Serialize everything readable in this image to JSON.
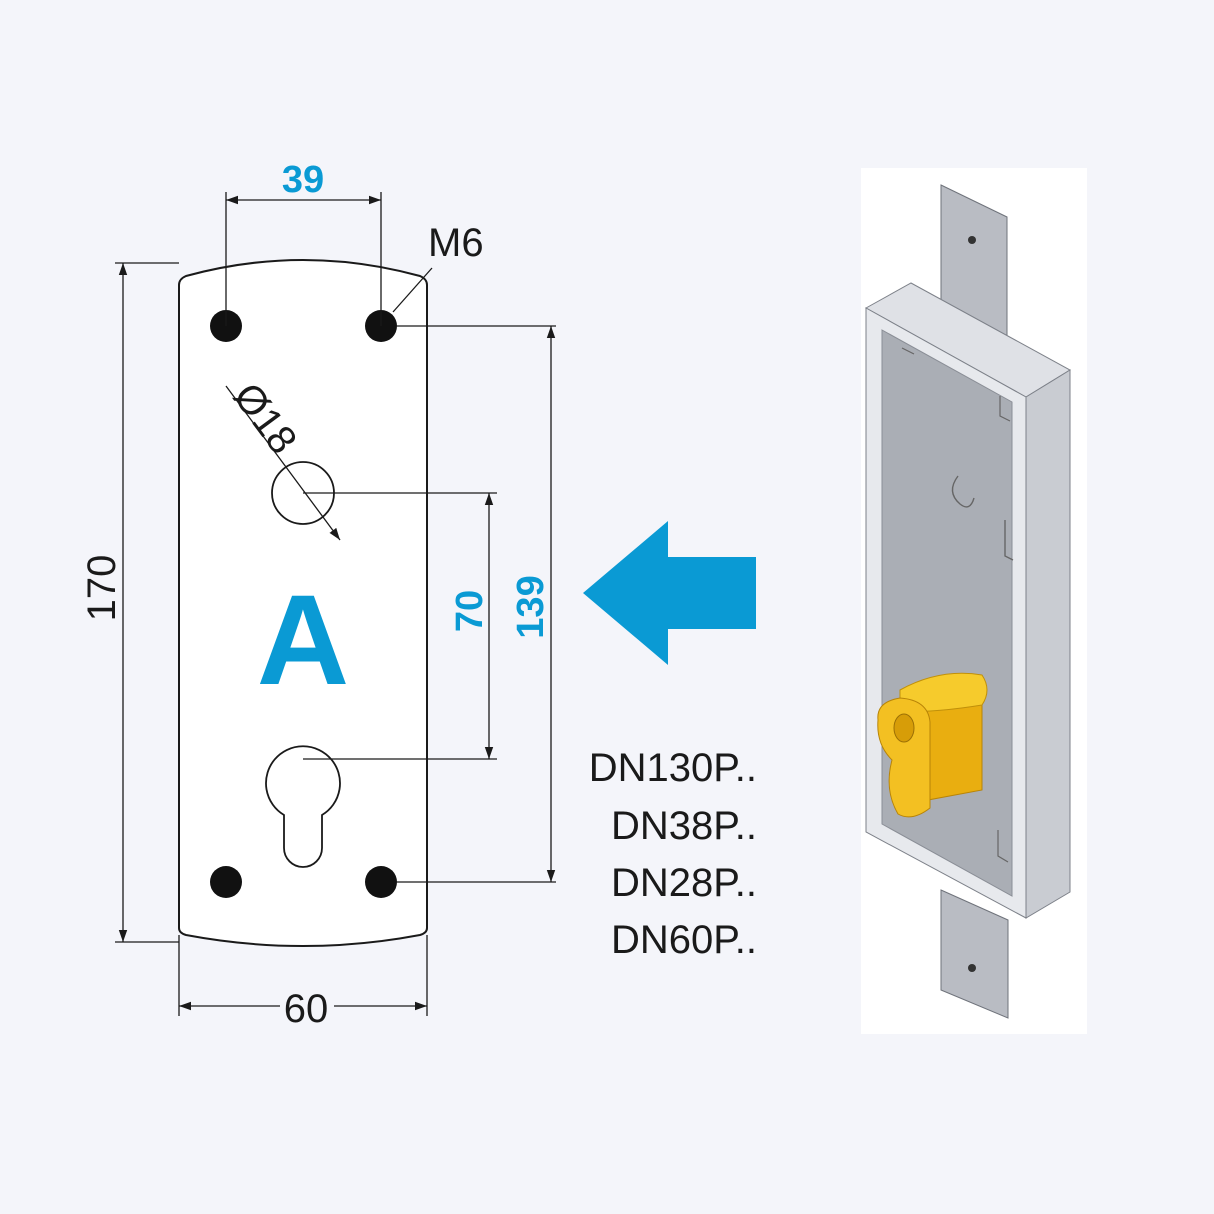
{
  "diagram": {
    "dimensions": {
      "top_spacing": "39",
      "thread": "M6",
      "hole_diameter": "Ø18",
      "total_height": "170",
      "inner_vertical": "70",
      "hole_span": "139",
      "width": "60"
    },
    "plate_letter": "A",
    "models": [
      "DN130P..",
      "DN38P..",
      "DN28P..",
      "DN60P.."
    ]
  },
  "colors": {
    "accent": "#0a9ad4",
    "background": "#f4f5fa",
    "cylinder": "#f5c21b"
  }
}
